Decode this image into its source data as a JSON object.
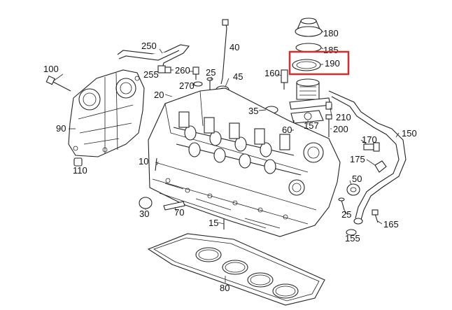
{
  "callouts": [
    {
      "id": "c180",
      "text": "180"
    },
    {
      "id": "c185",
      "text": "185"
    },
    {
      "id": "c190",
      "text": "190"
    },
    {
      "id": "c250",
      "text": "250"
    },
    {
      "id": "c40",
      "text": "40"
    },
    {
      "id": "c100",
      "text": "100"
    },
    {
      "id": "c255",
      "text": "255"
    },
    {
      "id": "c260",
      "text": "260"
    },
    {
      "id": "c25a",
      "text": "25"
    },
    {
      "id": "c45",
      "text": "45"
    },
    {
      "id": "c160",
      "text": "160"
    },
    {
      "id": "c270",
      "text": "270"
    },
    {
      "id": "c20",
      "text": "20"
    },
    {
      "id": "c35",
      "text": "35"
    },
    {
      "id": "c90",
      "text": "90"
    },
    {
      "id": "c210",
      "text": "210"
    },
    {
      "id": "c157",
      "text": "157"
    },
    {
      "id": "c60",
      "text": "60"
    },
    {
      "id": "c200",
      "text": "200"
    },
    {
      "id": "c150",
      "text": "150"
    },
    {
      "id": "c170",
      "text": "170"
    },
    {
      "id": "c175",
      "text": "175"
    },
    {
      "id": "c110",
      "text": "110"
    },
    {
      "id": "c10",
      "text": "10"
    },
    {
      "id": "c50",
      "text": "50"
    },
    {
      "id": "c30",
      "text": "30"
    },
    {
      "id": "c70",
      "text": "70"
    },
    {
      "id": "c25b",
      "text": "25"
    },
    {
      "id": "c15",
      "text": "15"
    },
    {
      "id": "c165",
      "text": "165"
    },
    {
      "id": "c155",
      "text": "155"
    },
    {
      "id": "c80",
      "text": "80"
    }
  ],
  "highlight_color": "#d32f2f"
}
